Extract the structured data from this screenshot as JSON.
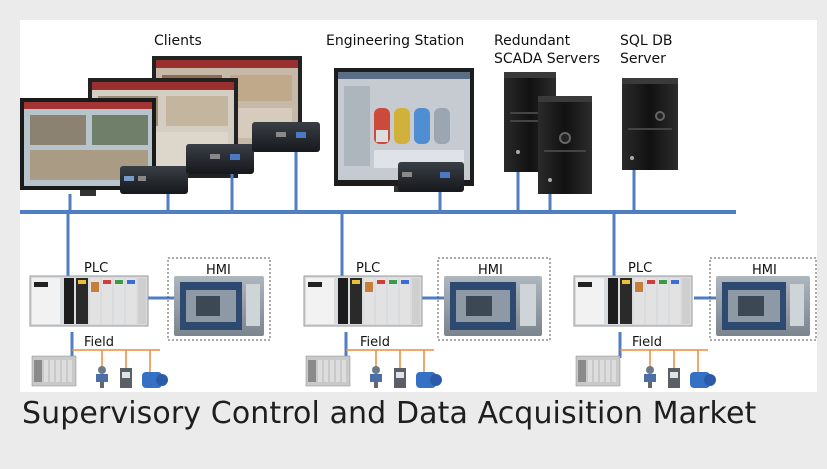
{
  "labels": {
    "clients": "Clients",
    "engineering_station": "Engineering Station",
    "redundant_scada_line1": "Redundant",
    "redundant_scada_line2": "SCADA Servers",
    "sql_db_line1": "SQL DB",
    "sql_db_line2": "Server"
  },
  "cells": [
    {
      "plc": "PLC",
      "hmi": "HMI",
      "field": "Field"
    },
    {
      "plc": "PLC",
      "hmi": "HMI",
      "field": "Field"
    },
    {
      "plc": "PLC",
      "hmi": "HMI",
      "field": "Field"
    }
  ],
  "caption": "Supervisory Control and Data Acquisition Market",
  "colors": {
    "network": "#4f7ec2",
    "field_bus": "#ed8b3c",
    "server": "#1c1c1c",
    "hmi_frame": "#8a939c",
    "screen_blue": "#2e4a70"
  }
}
